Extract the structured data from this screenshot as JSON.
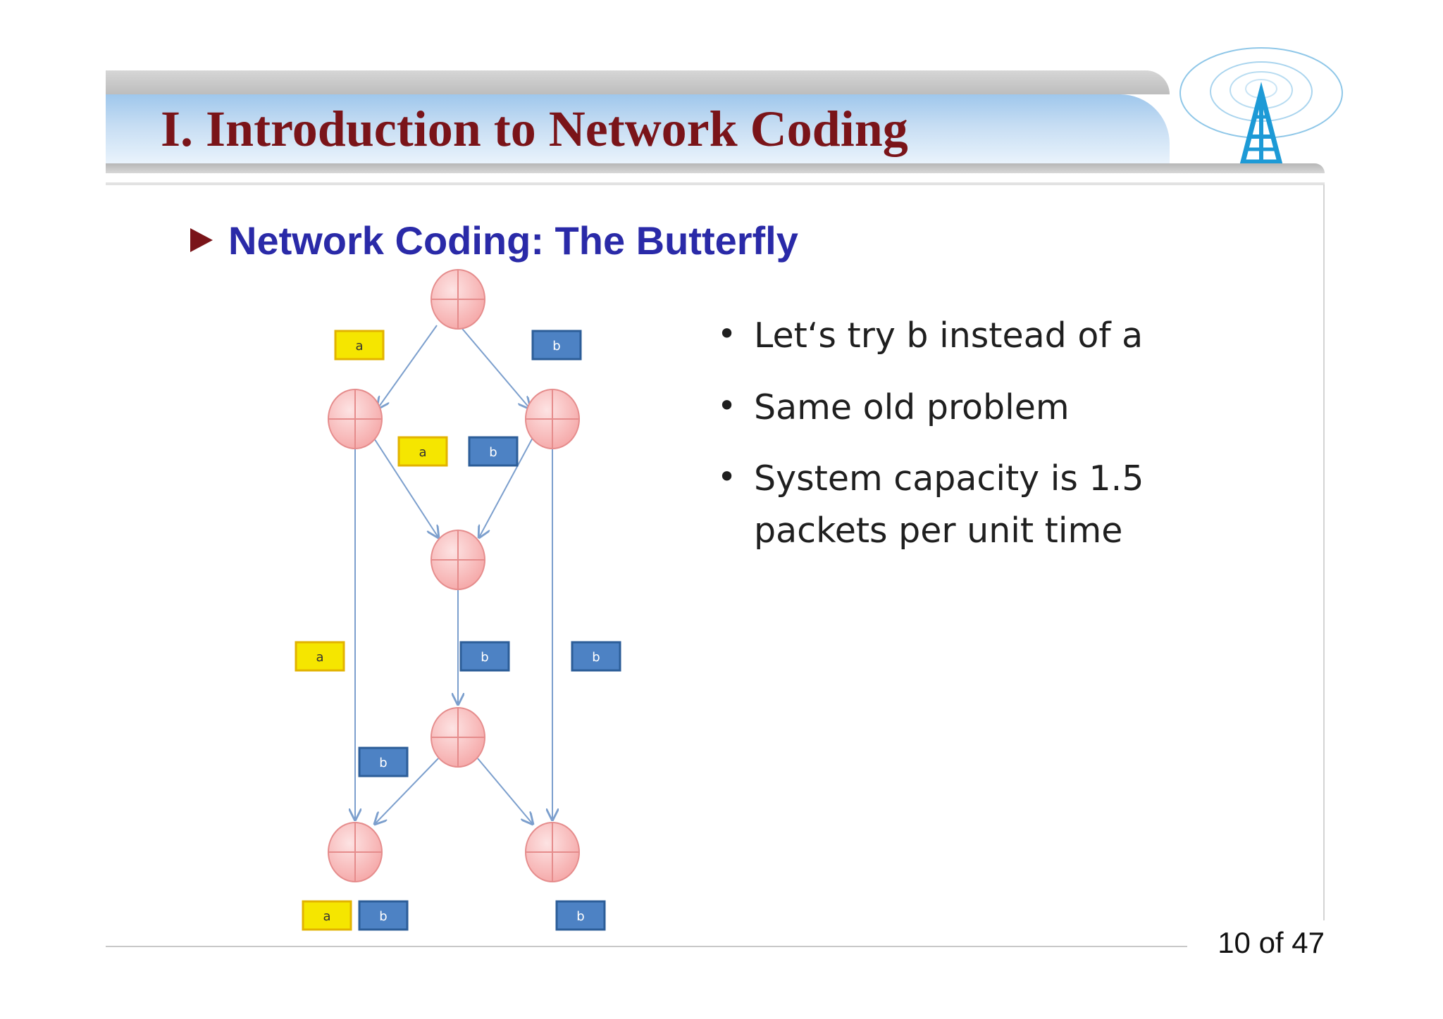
{
  "header": {
    "title": "I. Introduction to Network Coding"
  },
  "section": {
    "heading": "Network Coding: The Butterfly"
  },
  "diagram": {
    "packet_labels": {
      "a": "a",
      "b": "b"
    },
    "packet_colors": {
      "a_fill": "#f5e600",
      "a_border": "#e2b300",
      "b_fill": "#4d82c4",
      "b_border": "#2c5d98"
    },
    "node_color": "#f7b9b9",
    "edge_color": "#7c9fcd"
  },
  "bullets": [
    "Let‘s try b instead of a",
    "Same old problem",
    "System capacity is 1.5 packets per unit time"
  ],
  "footer": {
    "page_number": "10 of 47"
  }
}
